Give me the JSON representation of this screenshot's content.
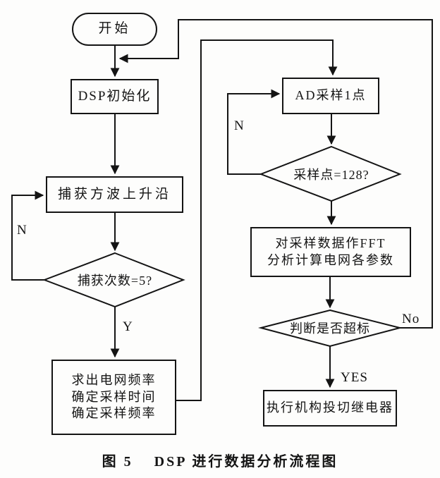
{
  "figure": {
    "caption_prefix": "图 5",
    "caption_title": "DSP 进行数据分析流程图"
  },
  "nodes": {
    "start": {
      "label": "开始",
      "shape": "terminator"
    },
    "dsp_init": {
      "label": "DSP初始化",
      "shape": "process"
    },
    "capture_edge": {
      "label": "捕获方波上升沿",
      "shape": "process"
    },
    "capture_count": {
      "label": "捕获次数=5?",
      "shape": "decision"
    },
    "calc_freq": {
      "lines": [
        "求出电网频率",
        "确定采样时间",
        "确定采样频率"
      ],
      "shape": "process"
    },
    "ad_sample": {
      "label": "AD采样1点",
      "shape": "process"
    },
    "sample_count": {
      "label": "采样点=128?",
      "shape": "decision"
    },
    "fft": {
      "lines": [
        "对采样数据作FFT",
        "分析计算电网各参数"
      ],
      "shape": "process"
    },
    "judge_exceed": {
      "label": "判断是否超标",
      "shape": "decision"
    },
    "relay": {
      "label": "执行机构投切继电器",
      "shape": "process"
    }
  },
  "edge_labels": {
    "capture_no": "N",
    "capture_yes": "Y",
    "sample_no": "N",
    "judge_no": "No",
    "judge_yes": "YES"
  },
  "colors": {
    "line": "#141414",
    "text": "#141414",
    "background": "#fdfdfc"
  }
}
